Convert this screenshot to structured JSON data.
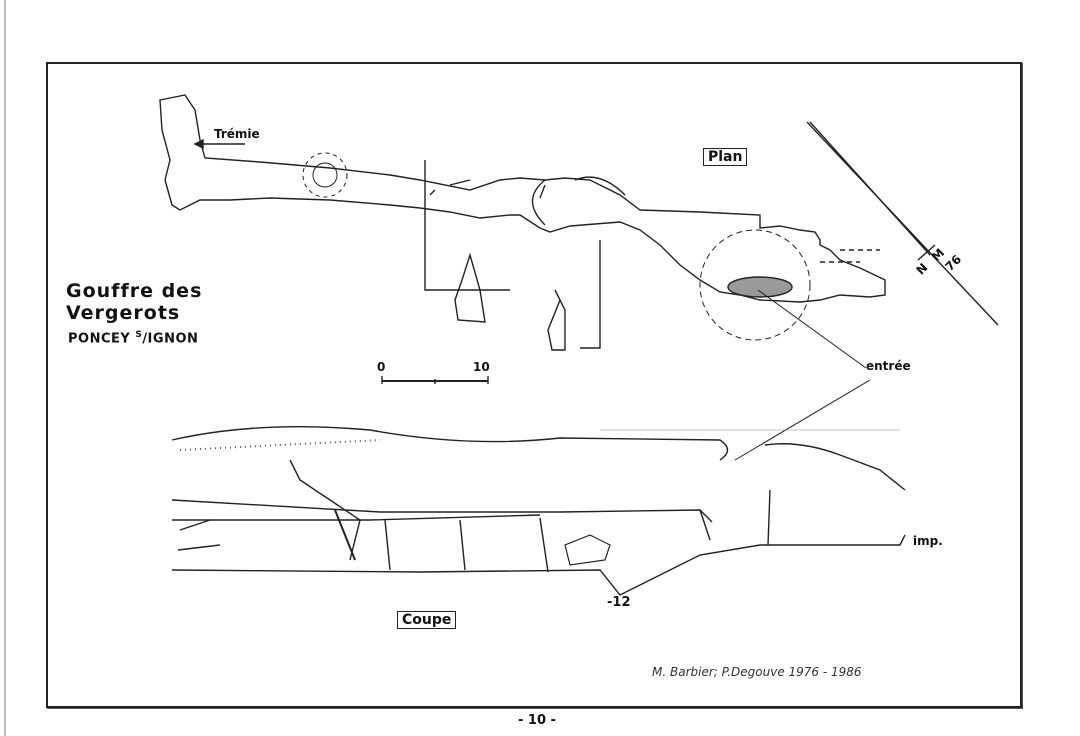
{
  "map": {
    "title_line1": "Gouffre des",
    "title_line2": "Vergerots",
    "location_main": "PONCEY",
    "location_sup": "S",
    "location_rest": "/IGNON",
    "plan_label": "Plan",
    "coupe_label": "Coupe",
    "tremie_label": "Trémie",
    "entree_label": "entrée",
    "imp_label": "imp.",
    "depth_label": "-12",
    "scale": {
      "start": "0",
      "end": "10"
    },
    "north": {
      "n": "N",
      "m": "M",
      "year": "76"
    },
    "credits": "M. Barbier; P.Degouve 1976 - 1986"
  },
  "page_number": "- 10 -"
}
